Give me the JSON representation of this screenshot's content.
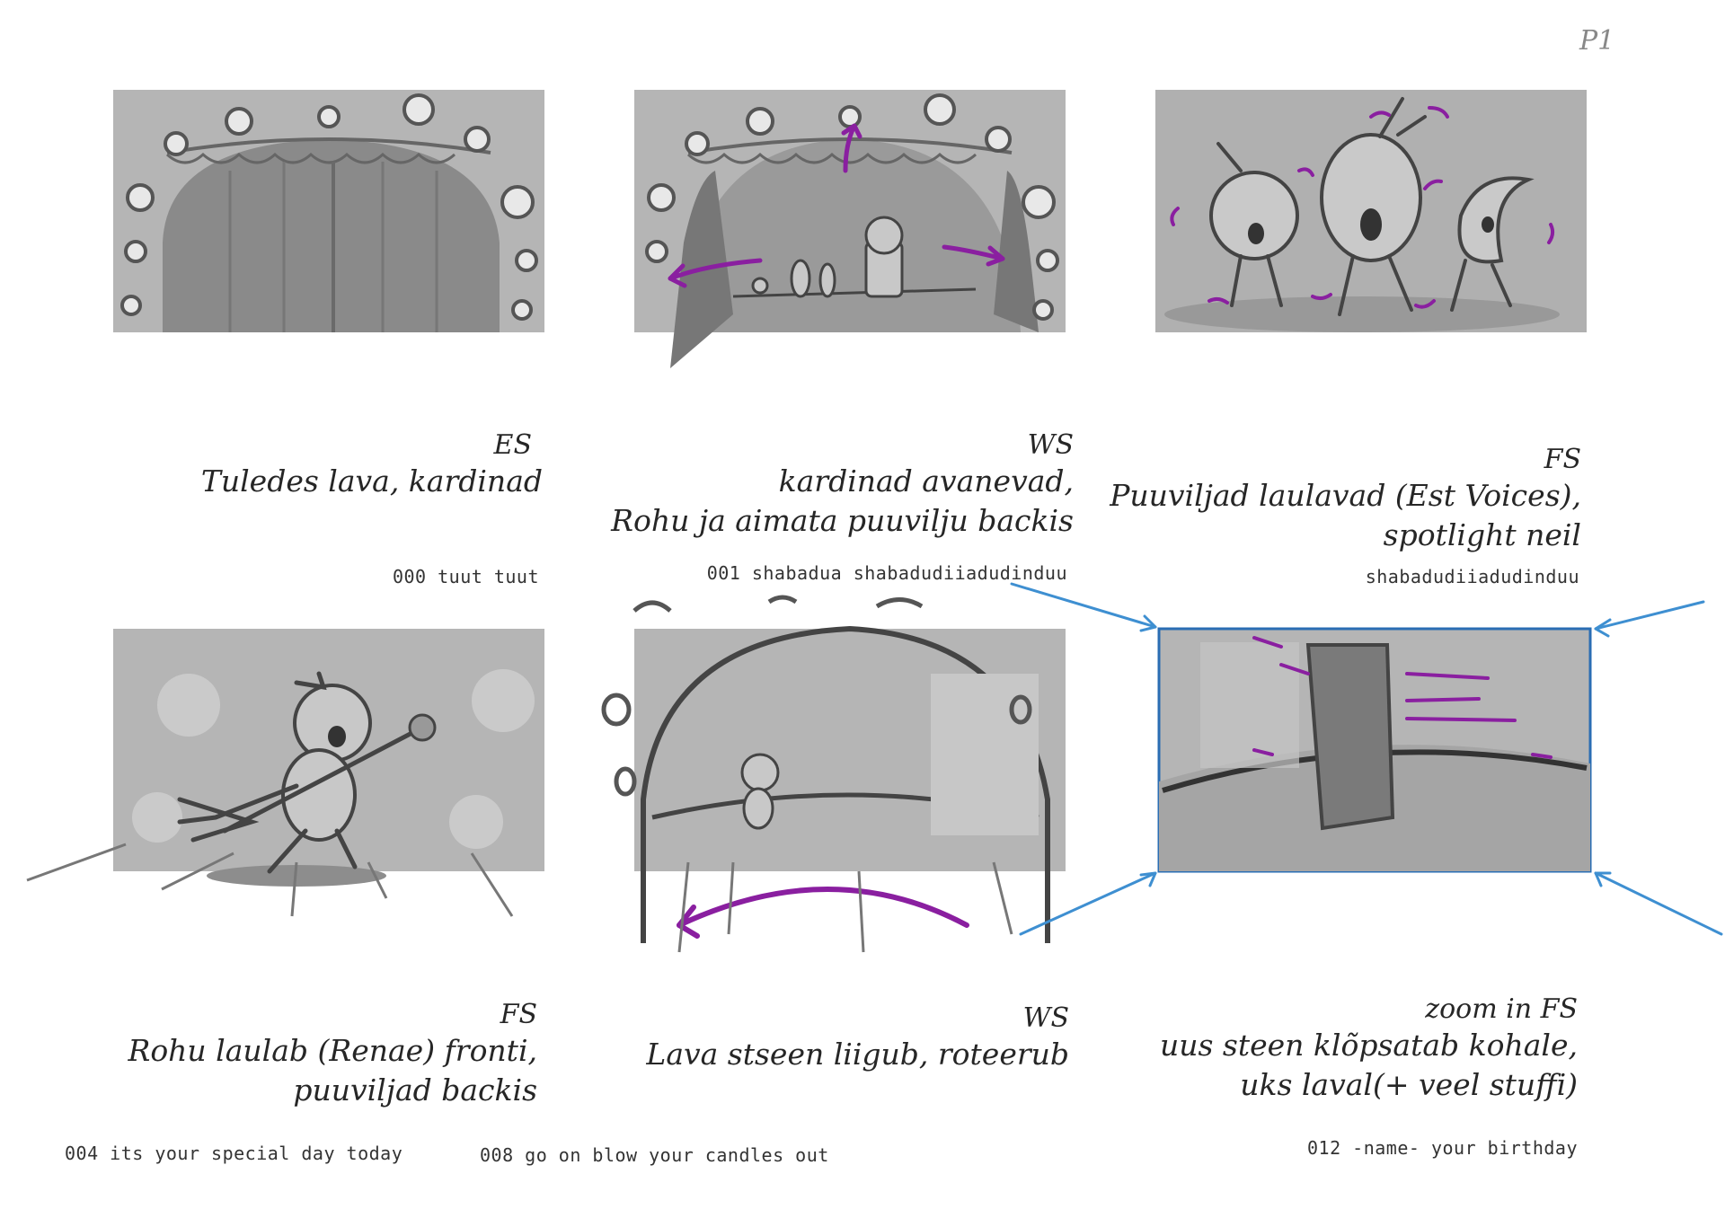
{
  "page_label": "P1",
  "panels": [
    {
      "shot": "ES",
      "description": [
        "Tuledes lava, kardinad"
      ],
      "lyric": "000 tuut tuut"
    },
    {
      "shot": "WS",
      "description": [
        "kardinad avanevad,",
        "Rohu ja aimata puuvilju backis"
      ],
      "lyric": "001 shabadua shabadudiiadudinduu"
    },
    {
      "shot": "FS",
      "description": [
        "Puuviljad laulavad (Est Voices),",
        "spotlight neil"
      ],
      "lyric": "shabadudiiadudinduu"
    },
    {
      "shot": "FS",
      "description": [
        "Rohu laulab (Renae) fronti,",
        "puuviljad backis"
      ],
      "lyric": "004 its your special day today"
    },
    {
      "shot": "WS",
      "description": [
        "Lava stseen liigub, roteerub"
      ],
      "lyric": "008 go on blow your candles out"
    },
    {
      "shot": "zoom in FS",
      "description": [
        "uus steen klõpsatab kohale,",
        "uks laval(+ veel stuffi)"
      ],
      "lyric": "012 -name- your birthday"
    }
  ],
  "icons": {
    "stage": "stage-curtain-icon",
    "arrow": "motion-arrow-icon",
    "zoom": "zoom-arrow-icon"
  },
  "colors": {
    "sketch_gray": "#a9a9a9",
    "dark_gray": "#555555",
    "motion_purple": "#8a1fa0",
    "zoom_blue": "#3e8fd1",
    "frame_blue": "#2a6db3"
  }
}
